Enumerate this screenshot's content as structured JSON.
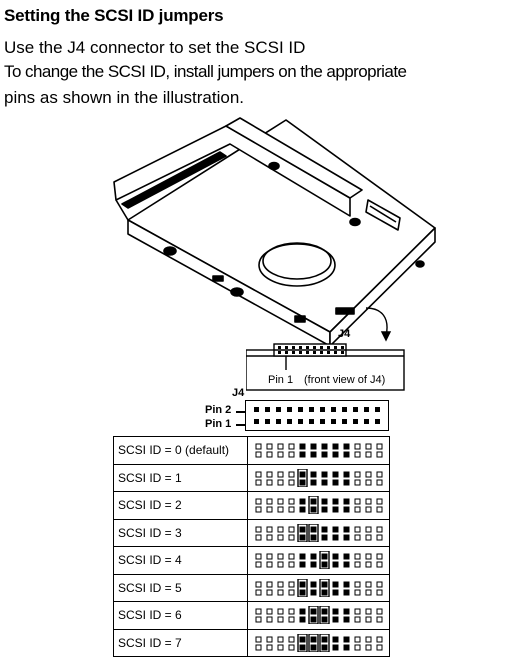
{
  "heading": "Setting the SCSI ID jumpers",
  "intro": {
    "line1": "Use the J4 connector to set the SCSI ID",
    "line2": "To change the SCSI ID, install jumpers on the appropriate",
    "line3": "pins as shown in the illustration."
  },
  "drive_label": "J4",
  "front_view": {
    "pin_label": "Pin 1",
    "caption": "(front view of J4)"
  },
  "connector": {
    "title": "J4",
    "pin2_label": "Pin 2",
    "pin1_label": "Pin 1"
  },
  "rows": [
    {
      "label": "SCSI ID = 0 (default)",
      "jumpers": [
        false,
        false,
        false
      ]
    },
    {
      "label": "SCSI ID = 1",
      "jumpers": [
        true,
        false,
        false
      ]
    },
    {
      "label": "SCSI ID = 2",
      "jumpers": [
        false,
        true,
        false
      ]
    },
    {
      "label": "SCSI ID = 3",
      "jumpers": [
        true,
        true,
        false
      ]
    },
    {
      "label": "SCSI ID = 4",
      "jumpers": [
        false,
        false,
        true
      ]
    },
    {
      "label": "SCSI ID = 5",
      "jumpers": [
        true,
        false,
        true
      ]
    },
    {
      "label": "SCSI ID = 6",
      "jumpers": [
        false,
        true,
        true
      ]
    },
    {
      "label": "SCSI ID = 7",
      "jumpers": [
        true,
        true,
        true
      ]
    }
  ]
}
